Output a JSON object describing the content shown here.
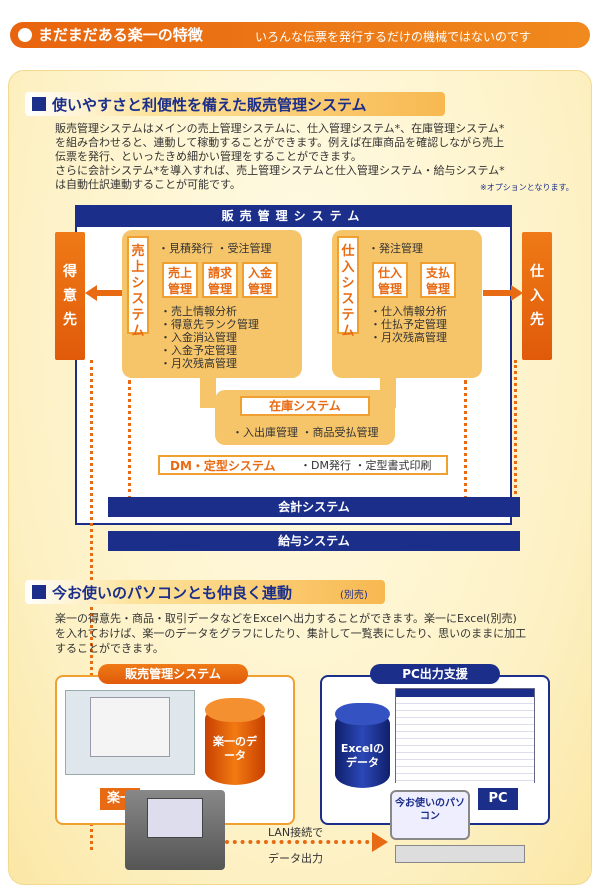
{
  "banner": {
    "title": "まだまだある楽一の特徴",
    "subtitle": "いろんな伝票を発行するだけの機械ではないのです"
  },
  "section1": {
    "heading": "使いやすさと利便性を備えた販売管理システム",
    "paragraph": [
      "販売管理システムはメインの売上管理システムに、仕入管理システム*、在庫管理システム*",
      "を組み合わせると、連動して稼動することができます。例えば在庫商品を確認しながら売上",
      "伝票を発行、といったきめ細かい管理をすることができます。",
      "さらに会計システム*を導入すれば、売上管理システムと仕入管理システム・給与システム*",
      "は自動仕訳連動することが可能です。"
    ],
    "note": "※オプションとなります。"
  },
  "diagram": {
    "title": "販売管理システム",
    "left_side": "得意先",
    "right_side": "仕入先",
    "sales": {
      "label": "売上システム",
      "top_items": "・見積発行 ・受注管理",
      "modules": [
        "売上管理",
        "請求管理",
        "入金管理"
      ],
      "items": [
        "・売上情報分析",
        "・得意先ランク管理",
        "・入金消込管理",
        "・入金予定管理",
        "・月次残高管理"
      ]
    },
    "purchase": {
      "label": "仕入システム",
      "top_items": "・発注管理",
      "modules": [
        "仕入管理",
        "支払管理"
      ],
      "items": [
        "・仕入情報分析",
        "・仕払予定管理",
        "・月次残高管理"
      ]
    },
    "inventory": {
      "label": "在庫システム",
      "items": "・入出庫管理 ・商品受払管理"
    },
    "dm": {
      "label": "DM・定型システム",
      "items": "・DM発行 ・定型書式印刷"
    },
    "accounting": "会計システム",
    "payroll": "給与システム"
  },
  "section2": {
    "heading": "今お使いのパソコンとも仲良く連動",
    "heading_note": "(別売)",
    "paragraph": [
      "楽一の得意先・商品・取引データなどをExcelへ出力することができます。楽一にExcel(別売)",
      "を入れておけば、楽一のデータをグラフにしたり、集計して一覧表にしたり、思いのままに加工",
      "することができます。"
    ]
  },
  "illustration": {
    "left_title": "販売管理システム",
    "right_title": "PC出力支援",
    "rakuichi_data": "楽一のデータ",
    "excel_data": "Excelのデータ",
    "rakuichi_badge": "楽一",
    "pc_badge": "PC",
    "pc_caption": "今お使いのパソコン",
    "lan": "LAN接続で",
    "output": "データ出力"
  },
  "colors": {
    "navy": "#1b2e8a",
    "orange": "#e86a12"
  }
}
